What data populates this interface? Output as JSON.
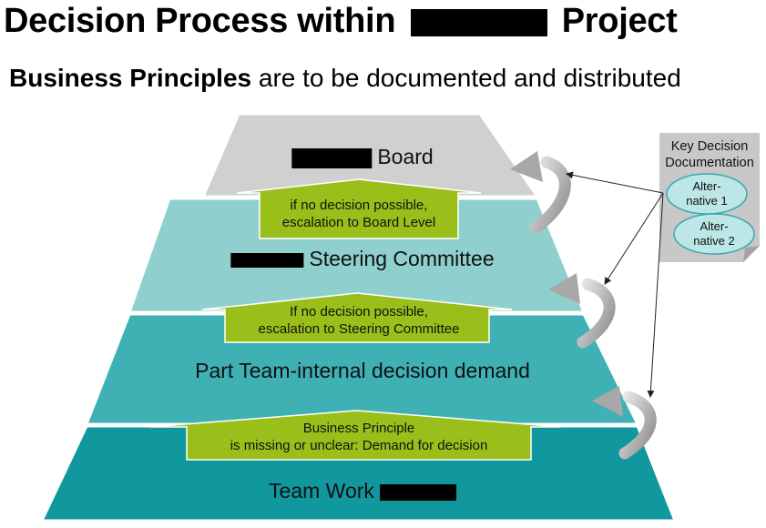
{
  "title": {
    "prefix": "Decision Process within",
    "suffix": "Project"
  },
  "subtitle": {
    "bold": "Business Principles",
    "rest": "are to be documented and distributed"
  },
  "levels": [
    {
      "label": "Board"
    },
    {
      "label": "Steering Committee"
    },
    {
      "label": "Part Team-internal decision demand"
    },
    {
      "label": "Team Work"
    }
  ],
  "escalations": [
    {
      "line1": "if no decision possible,",
      "line2": "escalation to Board Level"
    },
    {
      "line1": "If no decision possible,",
      "line2": "escalation to Steering Committee"
    },
    {
      "line1": "Business Principle",
      "line2": "is missing or unclear: Demand for decision"
    }
  ],
  "documentation": {
    "title_line1": "Key Decision",
    "title_line2": "Documentation",
    "alternatives": [
      {
        "line1": "Alter-",
        "line2": "native 1"
      },
      {
        "line1": "Alter-",
        "line2": "native 2"
      }
    ]
  },
  "colors": {
    "board": "#d0d0d0",
    "steering": "#8fd0ce",
    "part_team": "#3fb1b5",
    "team_work": "#10989e",
    "arrow": "#9bbf1a",
    "doc_note": "#c8c8c8",
    "ellipse": "#bde6e6",
    "ellipse_border": "#3aa7b0"
  }
}
